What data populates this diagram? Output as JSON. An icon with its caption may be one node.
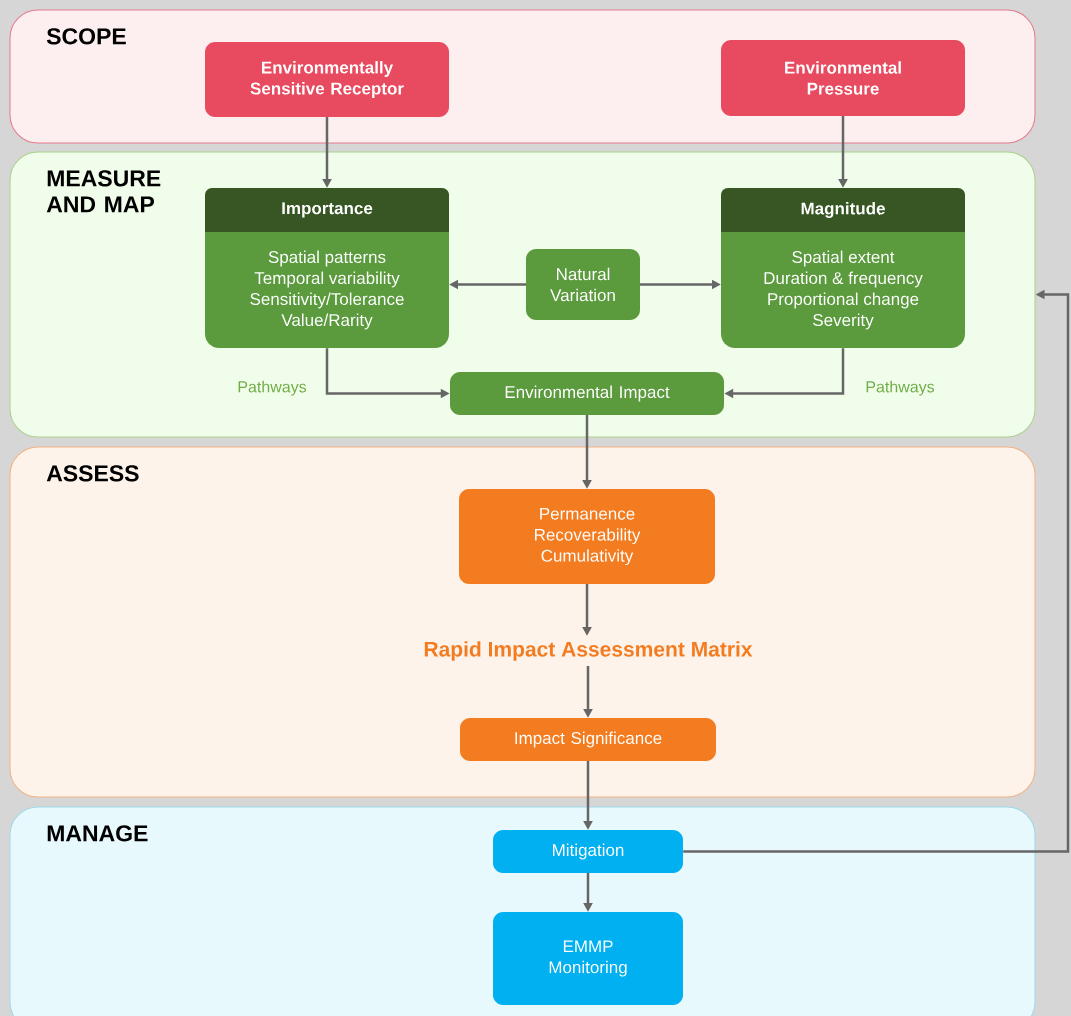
{
  "diagram": {
    "nodes": [
      {
        "text": [
          "SCOPE"
        ]
      },
      {
        "text": [
          "Environmentally Sensitive Receptor"
        ],
        "in": 0
      },
      {
        "text": [
          "Environmental Pressure"
        ],
        "in": 0
      },
      {
        "text": [
          "MEASURE AND MAP"
        ]
      },
      {
        "text": [
          "Importance",
          "Spatial patterns Temporal variability Sensitivity/Tolerance Value/Rarity"
        ],
        "in": 3
      },
      {
        "text": [
          "Natural Variation"
        ],
        "in": 3
      },
      {
        "text": [
          "Magnitude",
          "Spatial extent Duration & frequency Proportional change Severity"
        ],
        "in": 3
      },
      {
        "text": [
          "Environmental Impact"
        ],
        "in": 3
      },
      {
        "text": [
          "ASSESS"
        ]
      },
      {
        "text": [
          "Permanence Recoverability Cumulativity"
        ],
        "in": 8
      },
      {
        "text": [
          "Rapid Impact Assessment Matrix"
        ],
        "in": 8
      },
      {
        "text": [
          "Impact Significance"
        ],
        "in": 8
      },
      {
        "text": [
          "MANAGE"
        ]
      },
      {
        "text": [
          "Mitigation"
        ],
        "in": 12
      },
      {
        "text": [
          "EMMP Monitoring"
        ],
        "in": 12
      }
    ],
    "edges": [
      {
        "from": 1,
        "to": 4,
        "arrow": "to"
      },
      {
        "from": 2,
        "to": 6,
        "arrow": "to"
      },
      {
        "from": 5,
        "to": 4,
        "arrow": "to"
      },
      {
        "from": 5,
        "to": 6,
        "arrow": "to"
      },
      {
        "from": 4,
        "to": 7,
        "arrow": "to",
        "label": "Pathways"
      },
      {
        "from": 6,
        "to": 7,
        "arrow": "to",
        "label": "Pathways"
      },
      {
        "from": 7,
        "to": 9,
        "arrow": "to"
      },
      {
        "from": 9,
        "to": 10,
        "arrow": "to"
      },
      {
        "from": 10,
        "to": 11,
        "arrow": "to"
      },
      {
        "from": 11,
        "to": 13,
        "arrow": "to"
      },
      {
        "from": 13,
        "to": 14,
        "arrow": "to"
      },
      {
        "from": 13,
        "to": 3,
        "arrow": "to"
      }
    ]
  }
}
